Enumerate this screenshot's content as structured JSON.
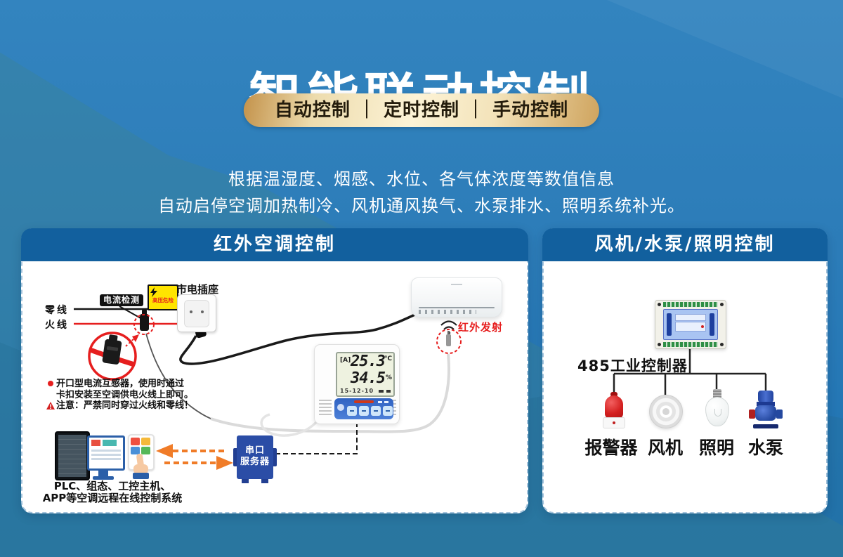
{
  "hero": {
    "title": "智能联动控制",
    "badge": "自动控制 ｜ 定时控制 ｜ 手动控制",
    "desc1": "根据温湿度、烟感、水位、各气体浓度等数值信息",
    "desc2": "自动启停空调加热制冷、风机通风换气、水泵排水、照明系统补光。"
  },
  "left": {
    "title": "红外空调控制",
    "wire_neutral": "零线",
    "wire_live": "火线",
    "current_detect": "电流检测",
    "high_voltage": "高压危险",
    "socket_label": "市电插座",
    "ir_label": "红外发射",
    "note1": "开口型电流互感器，使用时通过",
    "note2": "卡扣安装至空调供电火线上即可。",
    "note3": "注意：严禁同时穿过火线和零线！",
    "server1": "串口",
    "server2": "服务器",
    "bottom1": "PLC、组态、工控主机、",
    "bottom2": "APP等空调远程在线控制系统",
    "sensor": {
      "mode": "[A]",
      "temp": "25.3",
      "temp_unit": "℃",
      "hum": "34.5",
      "hum_unit": "%",
      "date": "15-12-10"
    }
  },
  "right": {
    "title": "风机/水泵/照明控制",
    "controller": "485工业控制器",
    "devices": [
      "报警器",
      "风机",
      "照明",
      "水泵"
    ]
  },
  "colors": {
    "background_blue": "#2c7cb8",
    "header_blue": "#12609e",
    "badge_gold": "#fdf3d6",
    "accent_red": "#e61e1e",
    "warning_yellow": "#ffe400",
    "arrow_orange": "#f07c28",
    "server_blue": "#2b4da6"
  }
}
